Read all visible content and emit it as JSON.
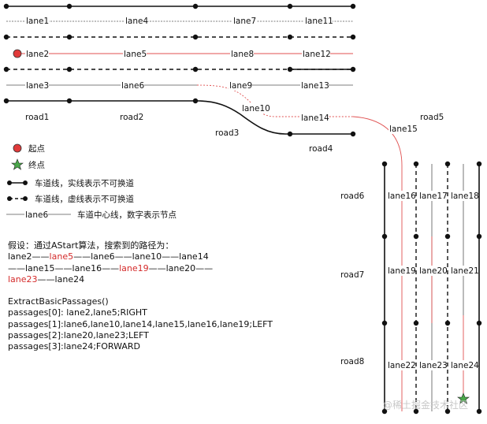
{
  "colors": {
    "line": "#111111",
    "path": "#e05252",
    "start": "#e03a3a",
    "end": "#4aa84a",
    "thin": "#333333"
  },
  "lanes": {
    "lane1": "lane1",
    "lane2": "lane2",
    "lane3": "lane3",
    "lane4": "lane4",
    "lane5": "lane5",
    "lane6": "lane6",
    "lane7": "lane7",
    "lane8": "lane8",
    "lane9": "lane9",
    "lane10": "lane10",
    "lane11": "lane11",
    "lane12": "lane12",
    "lane13": "lane13",
    "lane14": "lane14",
    "lane15": "lane15",
    "lane16": "lane16",
    "lane17": "lane17",
    "lane18": "lane18",
    "lane19": "lane19",
    "lane20": "lane20",
    "lane21": "lane21",
    "lane22": "lane22",
    "lane23": "lane23",
    "lane24": "lane24"
  },
  "roads": {
    "road1": "road1",
    "road2": "road2",
    "road3": "road3",
    "road4": "road4",
    "road5": "road5",
    "road6": "road6",
    "road7": "road7",
    "road8": "road8"
  },
  "legend": {
    "start": "起点",
    "end": "终点",
    "solid": "车道线，实线表示不可换道",
    "dashed": "车道线，虚线表示不可换道",
    "center_lane": "lane6",
    "center": "车道中心线，数字表示节点"
  },
  "notes": {
    "assumption": "假设：通过AStart算法，搜索到的路径为：",
    "path_line1": [
      {
        "t": "lane2",
        "red": false
      },
      {
        "t": "——",
        "red": false
      },
      {
        "t": "lane5",
        "red": true
      },
      {
        "t": "——lane6——lane10——lane14",
        "red": false
      }
    ],
    "path_line2": [
      {
        "t": "——lane15——lane16——",
        "red": false
      },
      {
        "t": "lane19",
        "red": true
      },
      {
        "t": "——lane20——",
        "red": false
      }
    ],
    "path_line3": [
      {
        "t": "lane23",
        "red": true
      },
      {
        "t": "——lane24",
        "red": false
      }
    ],
    "func": "ExtractBasicPassages()",
    "p0": "passages[0]: lane2,lane5;RIGHT",
    "p1": "passages[1]:lane6,lane10,lane14,lane15,lane16,lane19;LEFT",
    "p2": "passages[2]:lane20,lane23;LEFT",
    "p3": "passages[3]:lane24;FORWARD"
  },
  "watermark": "@稀土掘金技术社区"
}
